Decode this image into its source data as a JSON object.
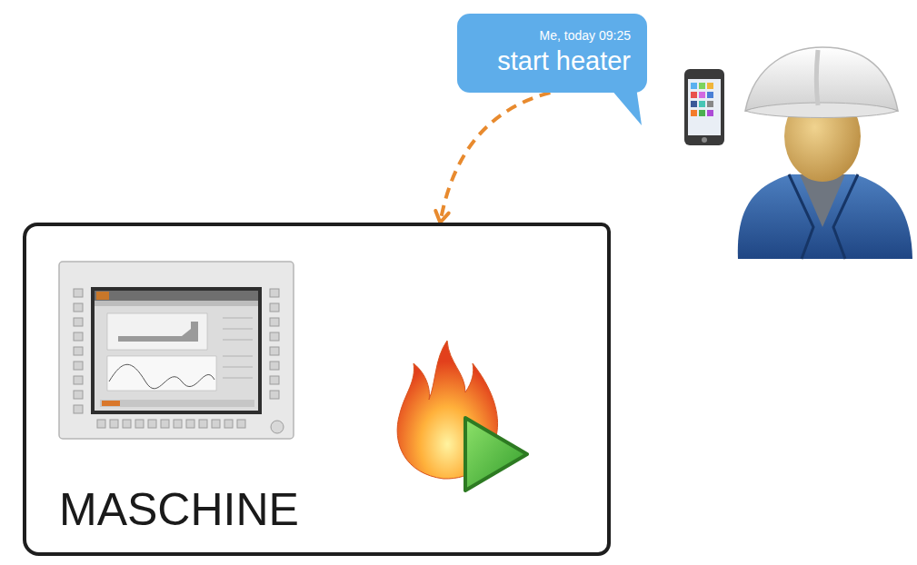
{
  "diagram": {
    "nodes": [
      {
        "text": [
          "MASCHINE"
        ]
      },
      {
        "text": [
          "Me, today 09:25",
          "start heater"
        ]
      }
    ],
    "edges": [
      {
        "from": 1,
        "to": 0,
        "arrow": "to"
      }
    ]
  }
}
